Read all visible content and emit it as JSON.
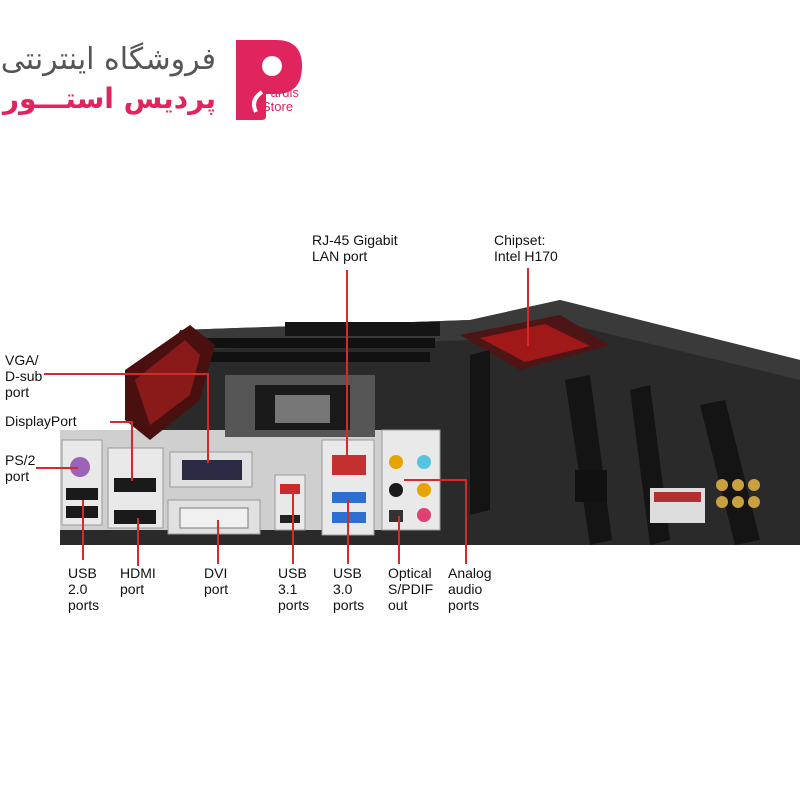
{
  "store": {
    "name": "فروشگاه اینترنتی",
    "subname": "پردیس استـــور",
    "logo_line1": "Pardis",
    "logo_line2": "Store",
    "brand_color": "#e0245e"
  },
  "labels": {
    "rj45": "RJ-45 Gigabit\nLAN port",
    "chipset": "Chipset:\nIntel H170",
    "vga": "VGA/\nD-sub\nport",
    "displayport": "DisplayPort",
    "ps2": "PS/2\nport",
    "usb20": "USB\n2.0\nports",
    "hdmi": "HDMI\nport",
    "dvi": "DVI\nport",
    "usb31": "USB\n3.1\nports",
    "usb30": "USB\n3.0\nports",
    "optical": "Optical\nS/PDIF\nout",
    "analog": "Analog\naudio\nports"
  },
  "colors": {
    "leader": "#d42a2a",
    "board": "#2a2a2a",
    "accent_red": "#a01818"
  }
}
